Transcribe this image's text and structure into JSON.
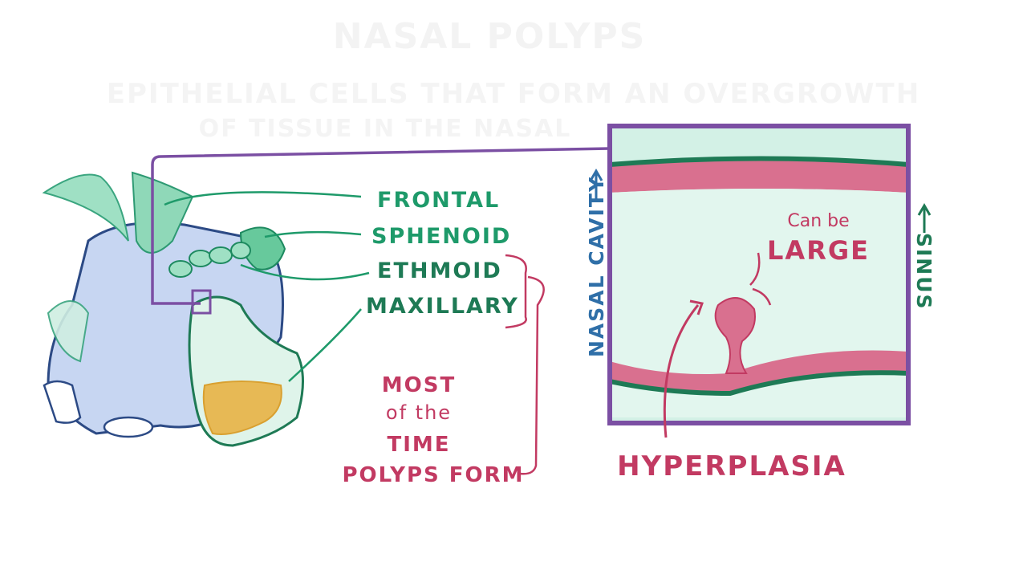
{
  "faded": {
    "title": "NASAL POLYPS",
    "subtitle_line1": "EPITHELIAL CELLS THAT FORM AN OVERGROWTH",
    "subtitle_line2": "OF TISSUE IN THE NASAL"
  },
  "sinuses": {
    "labels": [
      "FRONTAL",
      "SPHENOID",
      "ETHMOID",
      "MAXILLARY"
    ],
    "bracket_note": [
      "MOST",
      "of the",
      "TIME",
      "POLYPS FORM"
    ]
  },
  "inset": {
    "left_label": "NASAL CAVITY",
    "right_label": "SINUS",
    "note_small": "Can be",
    "note_large": "LARGE",
    "caption": "HYPERPLASIA"
  },
  "colors": {
    "green_text": "#1e9a6a",
    "pink_text": "#c23a62",
    "purple_frame": "#7b4fa3",
    "mucosa_pink": "#d9708f",
    "mint_fill": "#d3f1e6",
    "blue_text": "#2f6fa8"
  }
}
